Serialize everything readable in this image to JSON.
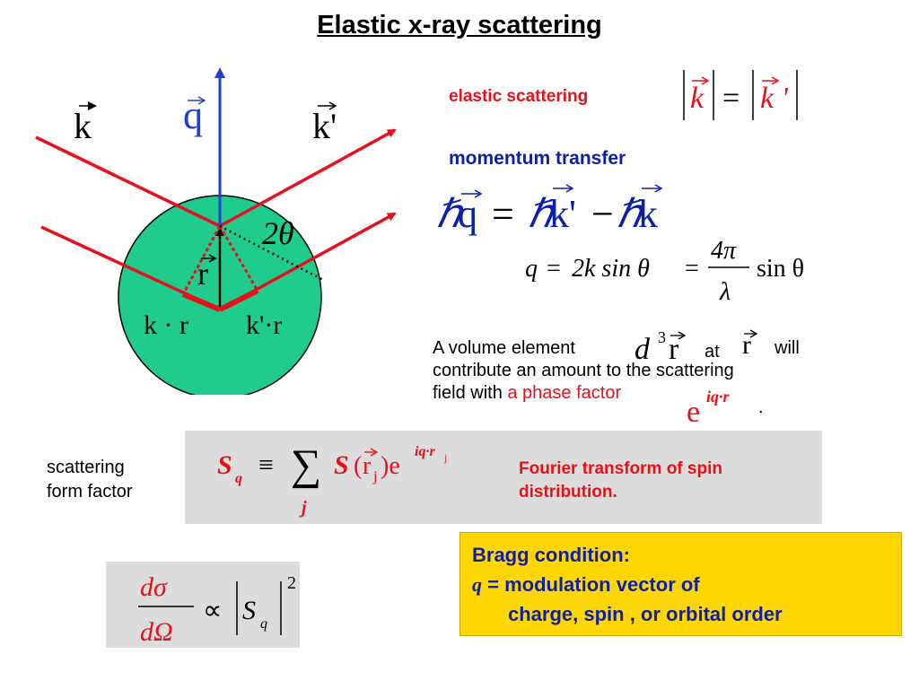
{
  "title": "Elastic x-ray scattering",
  "diagram": {
    "k_label": "k",
    "q_label": "q",
    "kprime_label": "k'",
    "angle_label": "2θ",
    "r_label": "r",
    "k_dot_r": "k · r",
    "kprime_dot_r": "k'·r",
    "colors": {
      "beam": "#e8101a",
      "q_vector": "#1f3fcf",
      "sphere": "#1fcc8e"
    }
  },
  "elastic": {
    "label": "elastic scattering",
    "eq_k": "k",
    "eq_equals": "=",
    "eq_kprime": "k '"
  },
  "momentum": {
    "label": "momentum transfer",
    "hbar": "ℏ",
    "q": "q",
    "equals": "=",
    "kprime": "k'",
    "minus": "−",
    "k": "k"
  },
  "q_eq": {
    "lhs": "q",
    "eq1": "=",
    "two_k_sin": "2k sin θ",
    "eq2": "=",
    "numerator": "4π",
    "denominator": "λ",
    "sin_theta": "sin θ"
  },
  "volume": {
    "text1": "A volume element",
    "d3r_d": "d",
    "d3r_3": "3",
    "d3r_r": "r",
    "at": "at",
    "r": "r",
    "will": "will",
    "line2": "contribute an amount to the  scattering",
    "field_with": "field with",
    "phase_factor": "a phase factor",
    "exp_e": "e",
    "exp_power": "iq·r",
    "period": "."
  },
  "form_factor": {
    "label_line1": "scattering",
    "label_line2": "form factor",
    "S": "S",
    "sub_q": "q",
    "equiv": "≡",
    "sigma": "∑",
    "sub_j": "j",
    "S2": "S",
    "paren_open": "(",
    "r": "r",
    "r_sub": "j",
    "paren_close": ")e",
    "power": "iq·r",
    "power_sub": "j",
    "fourier_line1": "Fourier transform of spin",
    "fourier_line2": "distribution."
  },
  "cross_section": {
    "num": "dσ",
    "den": "dΩ",
    "propto": "∝",
    "S": "S",
    "sub_q": "q",
    "square": "2"
  },
  "bragg": {
    "line1": "Bragg condition:",
    "q": "q",
    "line2": " = modulation vector of",
    "line3": "charge, spin , or orbital order"
  }
}
